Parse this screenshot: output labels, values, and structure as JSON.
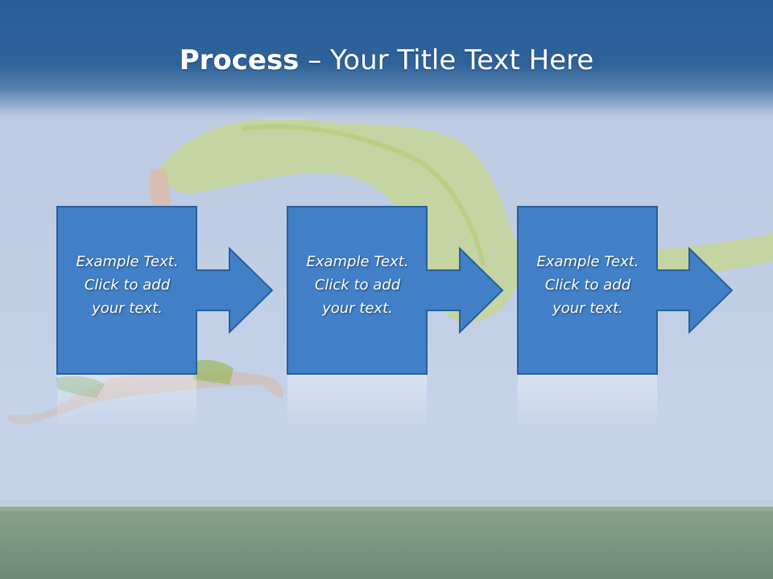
{
  "slide": {
    "title_bold": "Process",
    "title_rest": " – Your Title Text Here",
    "steps": [
      {
        "lines": [
          "Example Text.",
          "Click  to add",
          "your text."
        ]
      },
      {
        "lines": [
          "Example Text.",
          "Click  to add",
          "your text."
        ]
      },
      {
        "lines": [
          "Example Text.",
          "Click  to add",
          "your text."
        ]
      }
    ]
  },
  "colors": {
    "header_blue": "#2e6299",
    "step_fill": "#4180c7",
    "step_border": "#2a5f99",
    "background_sky": "#c2cfe6",
    "grass": "#6f8f6a",
    "fabric": "#c7d98b"
  },
  "background_image": "jumping-figure-with-green-fabric-over-grass-field"
}
